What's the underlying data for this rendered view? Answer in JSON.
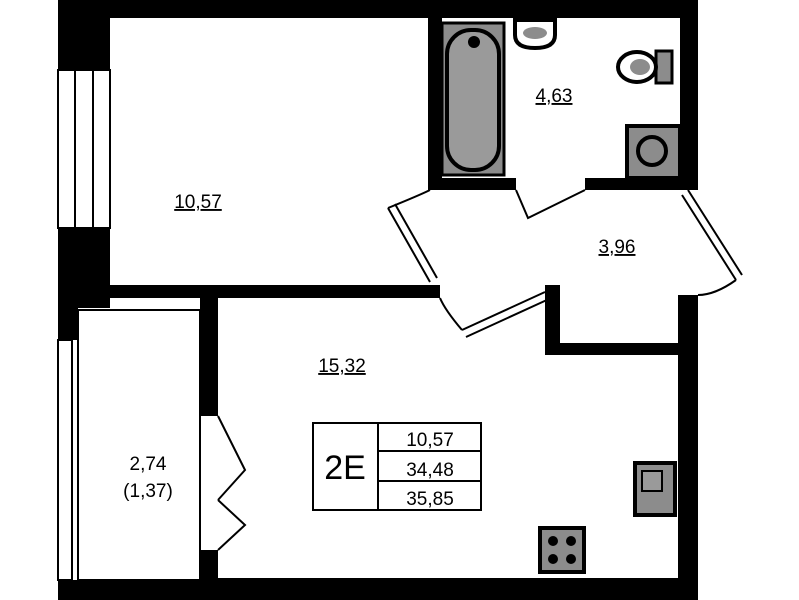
{
  "rooms": {
    "bedroom_area": "10,57",
    "bathroom_area": "4,63",
    "hallway_area": "3,96",
    "living_area": "15,32",
    "balcony_area": "2,74",
    "balcony_reduced_area": "(1,37)"
  },
  "legend": {
    "apartment_type": "2E",
    "living_space": "10,57",
    "total_area": "34,48",
    "total_with_balcony": "35,85"
  },
  "colors": {
    "wall": "#000000",
    "fixture": "#8c8c8c"
  }
}
